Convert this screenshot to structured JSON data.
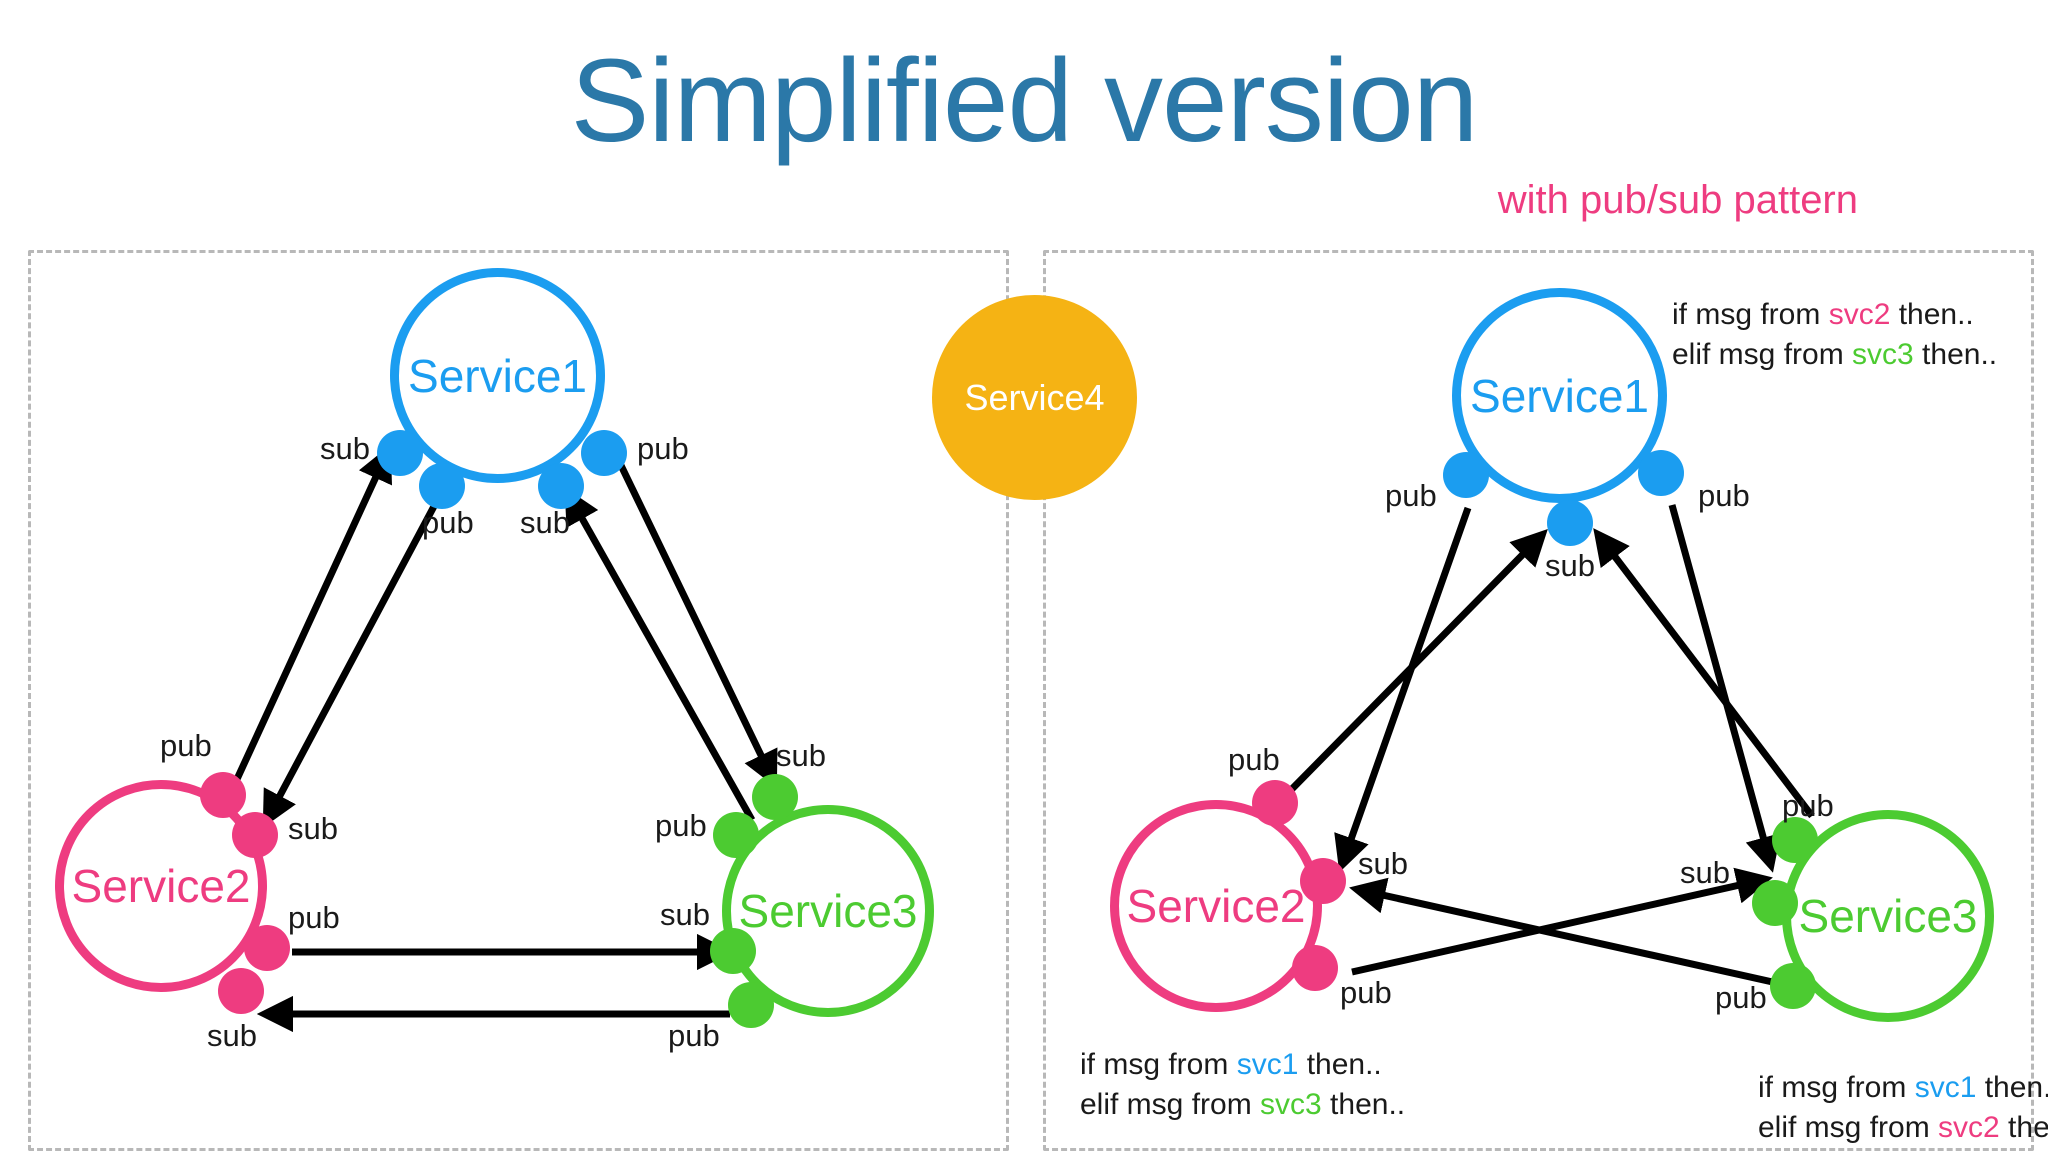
{
  "header": {
    "title": "Simplified version",
    "subtitle": "with pub/sub pattern",
    "title_color": "#2B78A8",
    "subtitle_color": "#EE3C80"
  },
  "palette": {
    "service1": "#1B9DF0",
    "service2": "#EE3C80",
    "service3": "#4CCB31",
    "service4": "#F5B314",
    "arrow": "#000000",
    "panel_border": "#B8B8B8",
    "background": "#FFFFFF"
  },
  "panels": {
    "left": {
      "name": "direct-point-to-point-panel",
      "nodes": [
        {
          "id": "svc1",
          "label": "Service1",
          "color": "#1B9DF0"
        },
        {
          "id": "svc2",
          "label": "Service2",
          "color": "#EE3C80"
        },
        {
          "id": "svc3",
          "label": "Service3",
          "color": "#4CCB31"
        }
      ],
      "port_labels": {
        "svc1_outer_left": "sub",
        "svc1_inner_left": "pub",
        "svc1_inner_right": "sub",
        "svc1_outer_right": "pub",
        "svc2_top": "pub",
        "svc2_upper_right": "sub",
        "svc2_mid_right": "pub",
        "svc2_bottom_right": "sub",
        "svc3_top": "sub",
        "svc3_upper_left": "pub",
        "svc3_mid_left": "sub",
        "svc3_bottom_left": "pub"
      }
    },
    "middle": {
      "node": {
        "id": "svc4",
        "label": "Service4",
        "color": "#F5B314"
      }
    },
    "right": {
      "name": "pubsub-broker-panel",
      "nodes": [
        {
          "id": "svc1",
          "label": "Service1",
          "color": "#1B9DF0"
        },
        {
          "id": "svc2",
          "label": "Service2",
          "color": "#EE3C80"
        },
        {
          "id": "svc3",
          "label": "Service3",
          "color": "#4CCB31"
        }
      ],
      "port_labels": {
        "svc1_left": "pub",
        "svc1_bottom": "sub",
        "svc1_right": "pub",
        "svc2_top": "pub",
        "svc2_mid_right": "sub",
        "svc2_bottom_right": "pub",
        "svc3_top_left": "pub",
        "svc3_mid_left": "sub",
        "svc3_bottom_left": "pub"
      },
      "annotations": {
        "svc1": {
          "line1_pre": "if msg from ",
          "line1_svc": "svc2",
          "line1_post": " then..",
          "line2_pre": "elif msg from ",
          "line2_svc": "svc3",
          "line2_post": " then.."
        },
        "svc2": {
          "line1_pre": "if msg from ",
          "line1_svc": "svc1",
          "line1_post": " then..",
          "line2_pre": "elif msg from ",
          "line2_svc": "svc3",
          "line2_post": " then.."
        },
        "svc3": {
          "line1_pre": "if msg from ",
          "line1_svc": "svc1",
          "line1_post": " then..",
          "line2_pre": "elif msg from ",
          "line2_svc": "svc2",
          "line2_post": " then.."
        }
      }
    }
  }
}
